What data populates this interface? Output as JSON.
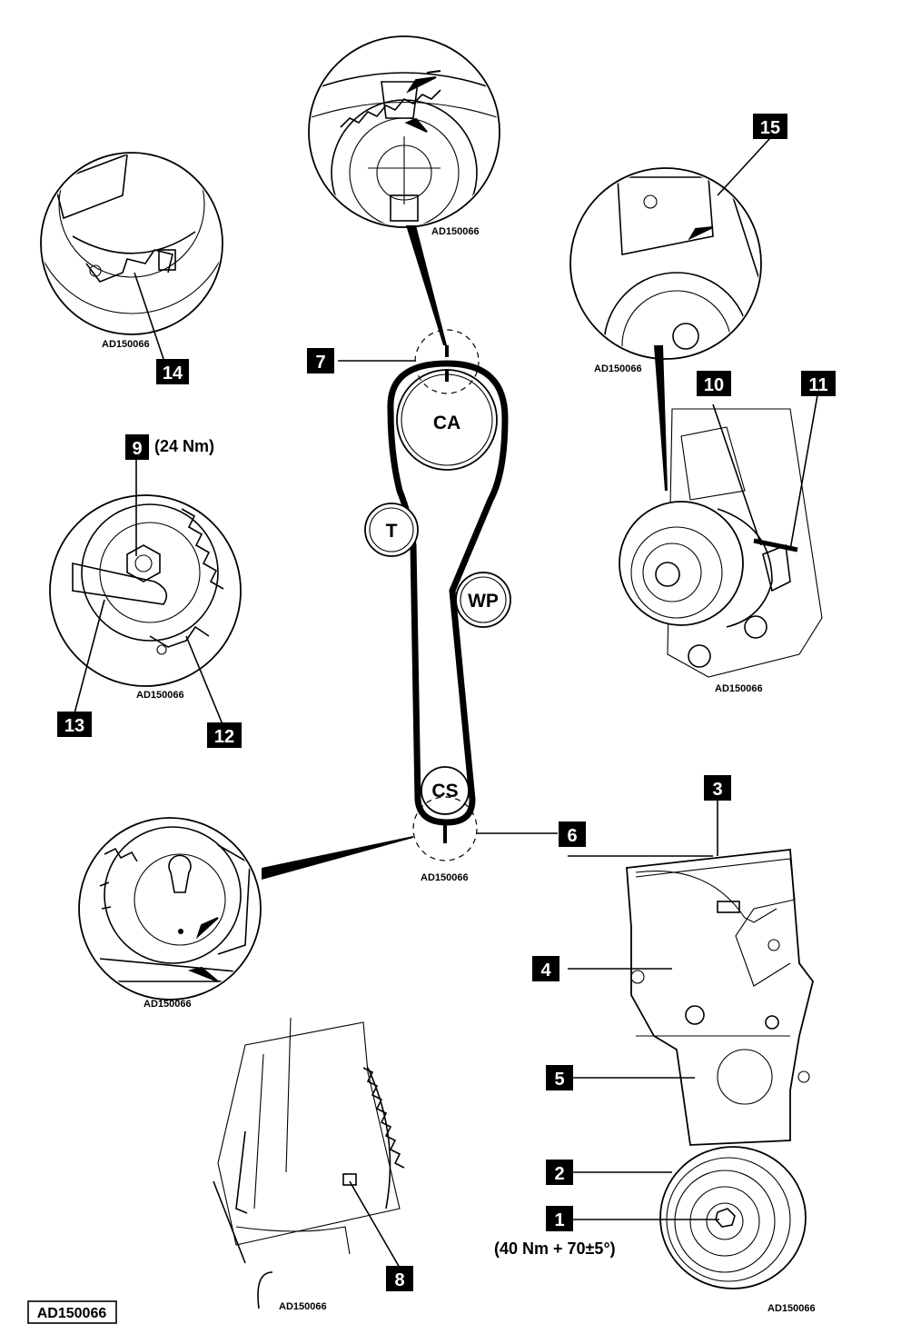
{
  "reference_code": "AD150066",
  "inset_reference": "AD150066",
  "pulleys": {
    "camshaft": "CA",
    "tensioner": "T",
    "water_pump": "WP",
    "crankshaft": "CS"
  },
  "torques": {
    "tensioner_bolt": "(24 Nm)",
    "crankshaft_bolt": "(40 Nm + 70±5°)"
  },
  "callouts": [
    "1",
    "2",
    "3",
    "4",
    "5",
    "6",
    "7",
    "8",
    "9",
    "10",
    "11",
    "12",
    "13",
    "14",
    "15"
  ],
  "colors": {
    "ink": "#000000",
    "paper": "#ffffff"
  }
}
